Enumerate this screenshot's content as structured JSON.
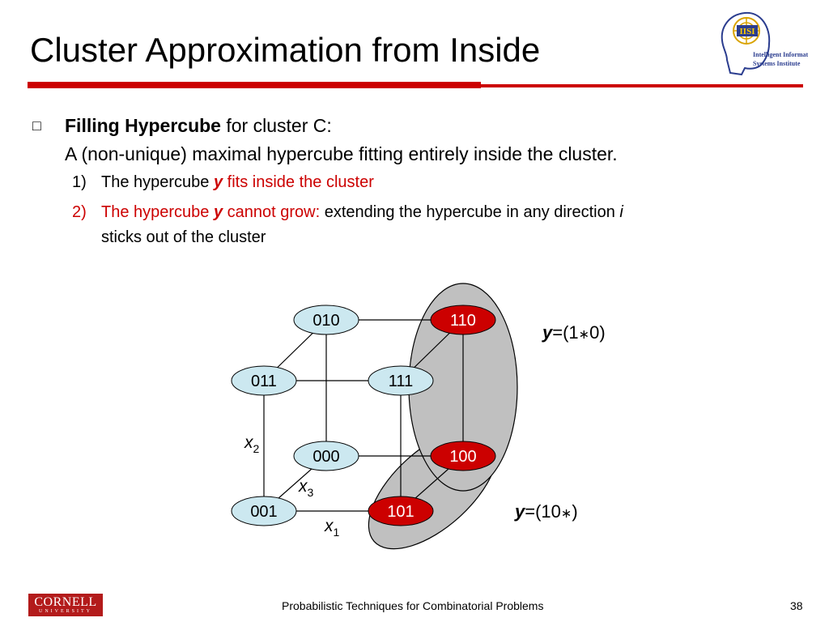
{
  "slide": {
    "title": "Cluster Approximation from Inside",
    "bullet_marker": "□",
    "bullet_bold": "Filling Hypercube",
    "bullet_rest": " for cluster C:",
    "bullet_line2": "A (non-unique) maximal hypercube fitting entirely inside the cluster.",
    "sub1": {
      "num": "1)",
      "text_a": "The hypercube ",
      "var": "y",
      "text_b": " fits inside the cluster"
    },
    "sub2": {
      "num": "2)",
      "text_a": "The hypercube ",
      "var": "y",
      "text_b": " cannot grow: ",
      "text_c": "extending the hypercube in any direction ",
      "var_i": "i",
      "line2": "sticks out of the cluster"
    }
  },
  "diagram": {
    "nodes": {
      "n010": "010",
      "n110": "110",
      "n011": "011",
      "n111": "111",
      "n000": "000",
      "n100": "100",
      "n001": "001",
      "n101": "101"
    },
    "axis_labels": {
      "x2": "x",
      "x2_sub": "2",
      "x3": "x",
      "x3_sub": "3",
      "x1": "x",
      "x1_sub": "1"
    },
    "cube_label_1": {
      "var": "y",
      "eq": "=(1",
      "star": "∗",
      "rest": "0)"
    },
    "cube_label_2": {
      "var": "y",
      "eq": "=(10",
      "star": "∗",
      "rest": ")"
    }
  },
  "logo": {
    "name": "IISI",
    "line1": "Intelligent Information",
    "line2": "Systems Institute"
  },
  "footer": {
    "university": "CORNELL",
    "university_sub": "UNIVERSITY",
    "course": "Probabilistic Techniques for Combinatorial Problems",
    "page": "38"
  },
  "colors": {
    "accent_red": "#cc0000",
    "node_blue": "#cce8f0",
    "node_red": "#cc0000",
    "cluster_gray": "#c0c0c0",
    "cornell_red": "#b31b1b"
  }
}
